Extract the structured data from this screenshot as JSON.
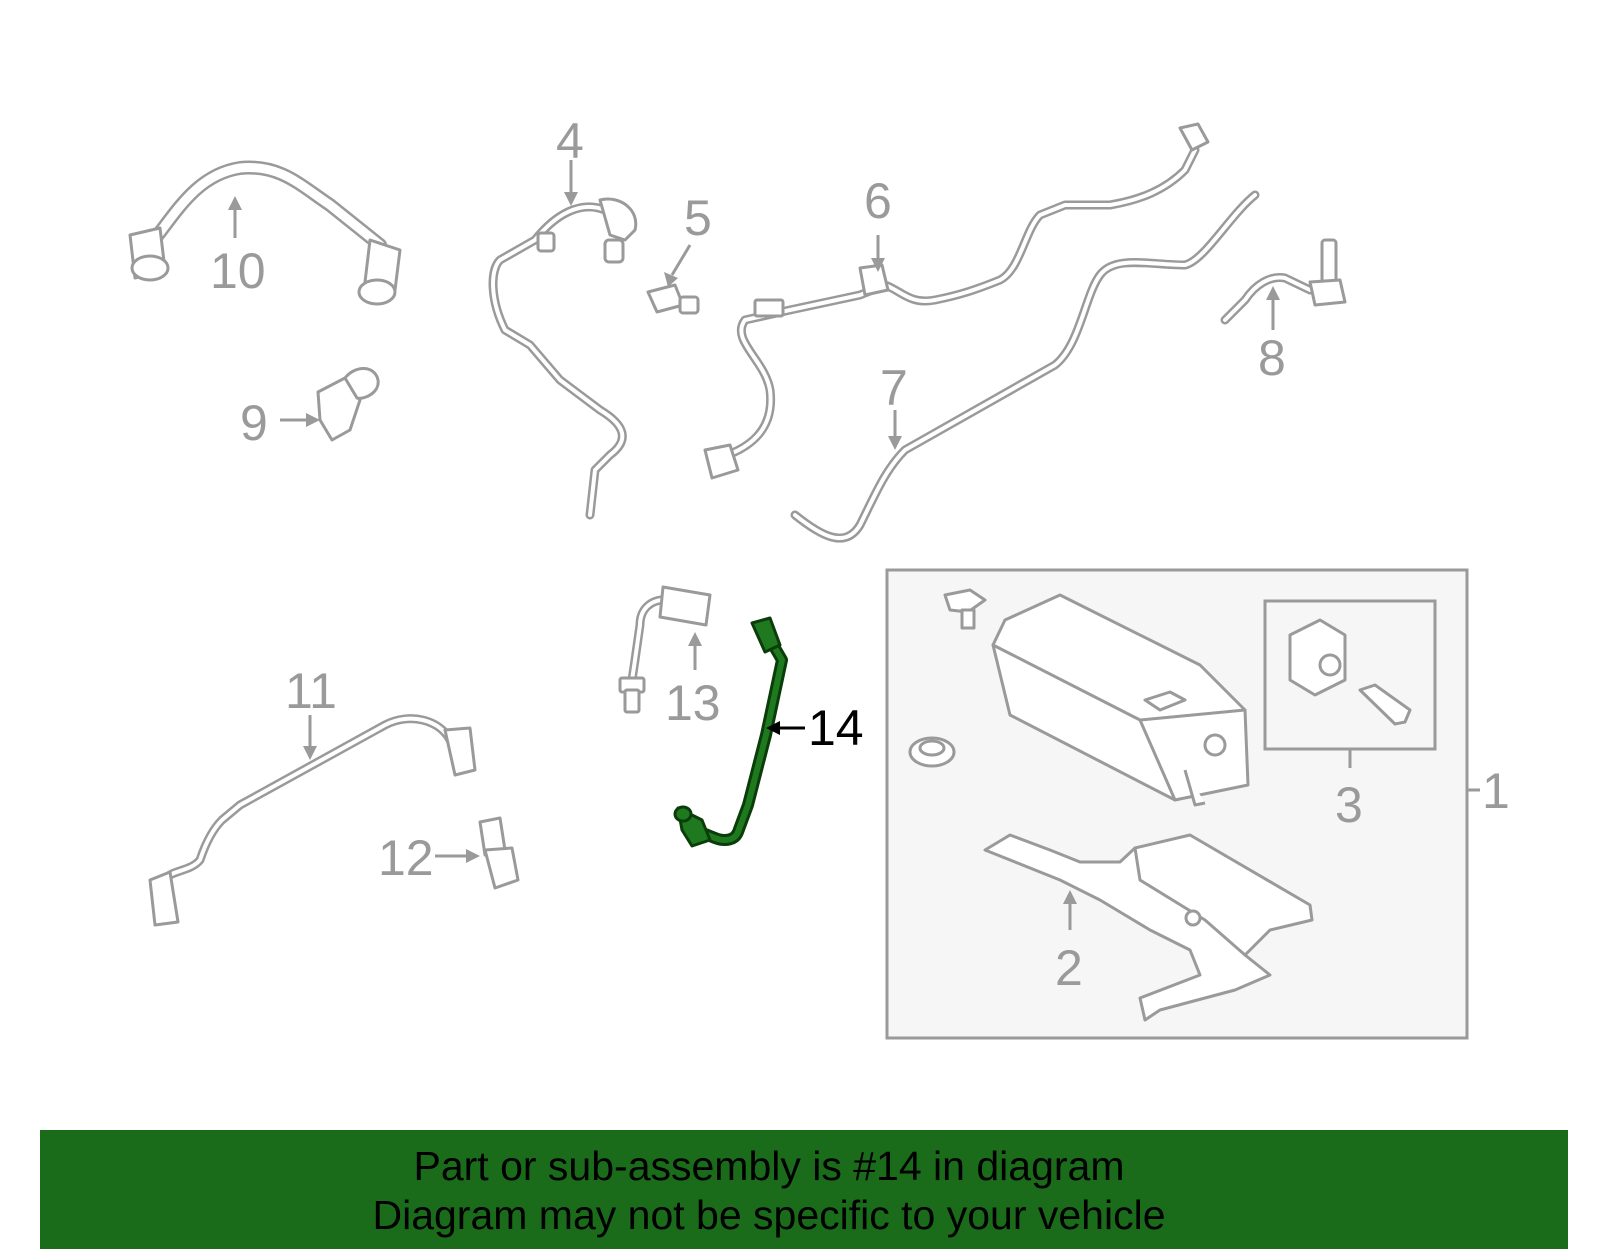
{
  "diagram": {
    "callouts": [
      "1",
      "2",
      "3",
      "4",
      "5",
      "6",
      "7",
      "8",
      "9",
      "10",
      "11",
      "12",
      "13",
      "14"
    ],
    "highlighted_part": "14",
    "colors": {
      "part_line": "#9a9a9a",
      "highlight": "#1f7a1f",
      "banner": "#1a6b1a"
    }
  },
  "banner": {
    "line1": "Part or sub-assembly is #14 in diagram",
    "line2": "Diagram may not be specific to your vehicle"
  }
}
